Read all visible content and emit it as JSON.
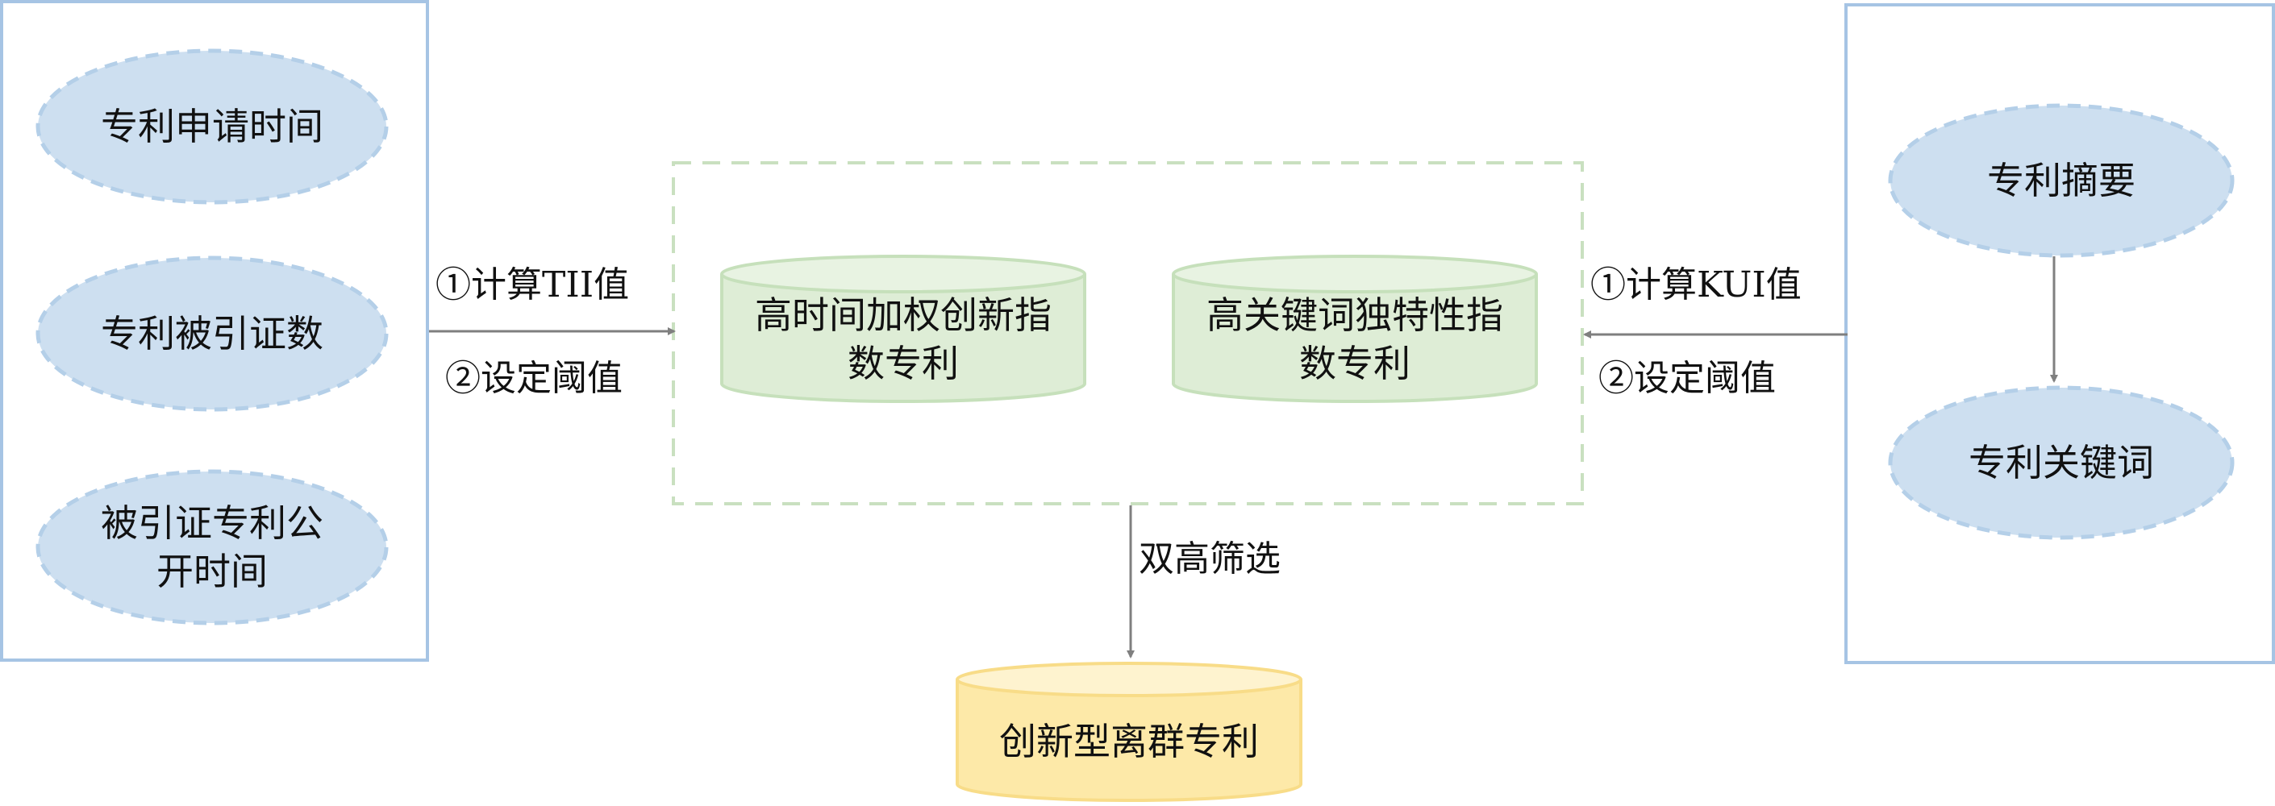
{
  "diagram": {
    "title": "",
    "left_panel": {
      "nodes": [
        {
          "label": "专利申请时间"
        },
        {
          "label": "专利被引证数"
        },
        {
          "label": "被引证专利公开时间"
        }
      ]
    },
    "right_panel": {
      "nodes": [
        {
          "label": "专利摘要"
        },
        {
          "label": "专利关键词"
        }
      ]
    },
    "center_group": {
      "nodes": [
        {
          "label": "高时间加权创新指数专利"
        },
        {
          "label": "高关键词独特性指数专利"
        }
      ]
    },
    "output_node": {
      "label": "创新型离群专利"
    },
    "edges": [
      {
        "from": "left_panel",
        "to": "center_group",
        "label_top": "①计算TII值",
        "label_bottom": "②设定阈值"
      },
      {
        "from": "right_panel",
        "to": "center_group",
        "label_top": "①计算KUI值",
        "label_bottom": "②设定阈值"
      },
      {
        "from": "专利摘要",
        "to": "专利关键词",
        "label": ""
      },
      {
        "from": "center_group",
        "to": "output_node",
        "label": "双高筛选"
      }
    ],
    "colors": {
      "panel_border": "#a6c4e4",
      "ellipse_fill": "#cddff0",
      "ellipse_stroke": "#b4cfe8",
      "group_dash": "#c9e0c0",
      "green_fill": "#deedd6",
      "green_top": "#e8f3e2",
      "green_stroke": "#c6e0bb",
      "yellow_fill": "#fde9a8",
      "yellow_top": "#fef3cf",
      "yellow_stroke": "#f8dc88",
      "arrow": "#7f7f7f"
    }
  }
}
